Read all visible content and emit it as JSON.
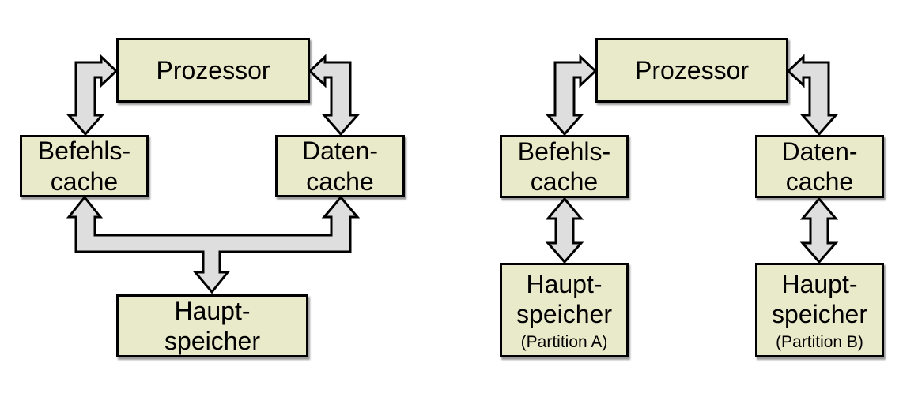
{
  "colors": {
    "background": "#ffffff",
    "box_fill": "#e9eac9",
    "box_border": "#000000",
    "arrow_fill": "#dedede",
    "arrow_outline": "#000000"
  },
  "left_diagram": {
    "processor_label": "Prozessor",
    "instruction_cache_label": "Befehls-\ncache",
    "data_cache_label": "Daten-\ncache",
    "main_memory_label": "Haupt-\nspeicher"
  },
  "right_diagram": {
    "processor_label": "Prozessor",
    "instruction_cache_label": "Befehls-\ncache",
    "data_cache_label": "Daten-\ncache",
    "main_memory_a_label": "Haupt-\nspeicher",
    "main_memory_a_note": "(Partition A)",
    "main_memory_b_label": "Haupt-\nspeicher",
    "main_memory_b_note": "(Partition B)"
  }
}
